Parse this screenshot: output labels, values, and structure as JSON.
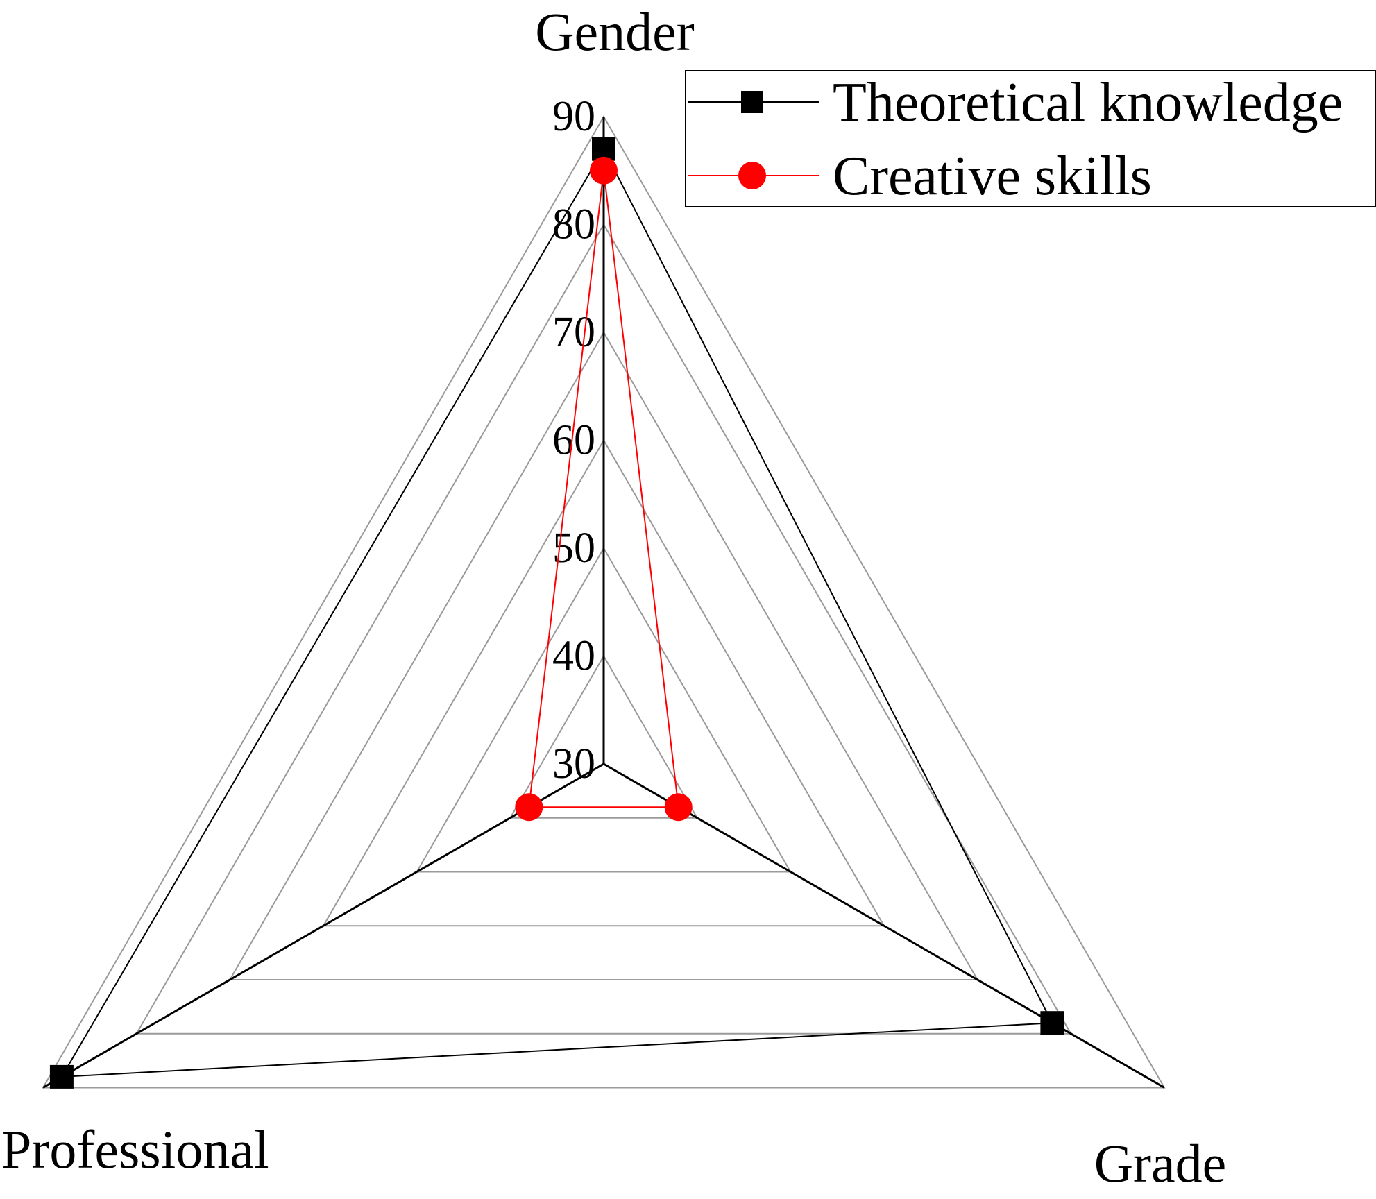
{
  "chart_data": {
    "type": "radar",
    "axes": [
      "Gender",
      "Grade",
      "Professional"
    ],
    "r_ticks": [
      30,
      40,
      50,
      60,
      70,
      80,
      90
    ],
    "rlim": [
      30,
      90
    ],
    "grid": true,
    "legend_position": "top-right",
    "series": [
      {
        "name": "Theoretical knowledge",
        "values": [
          87,
          78,
          88
        ],
        "color": "#000000",
        "marker": "square"
      },
      {
        "name": "Creative skills",
        "values": [
          85,
          38,
          38
        ],
        "color": "#ff0000",
        "marker": "circle"
      }
    ]
  }
}
